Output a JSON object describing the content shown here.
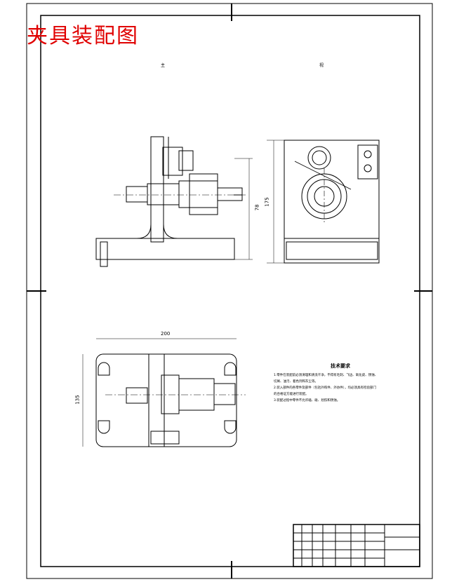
{
  "title": "夹具装配图",
  "views": {
    "left_label": "主",
    "right_label": "视"
  },
  "dimensions": {
    "front_height": "78",
    "side_height": "175",
    "top_width": "200",
    "top_height": "135"
  },
  "technical_notes": {
    "heading": "技术要求",
    "items": [
      "1.零件在装配前必须清理和清洗干净，不得有毛刺、飞边、氧化皮、锈蚀、",
      "切屑、油污、着色剂和灰尘等。",
      "2.装入部件的各零件及部件（包括外购件、外协件），均必须具有检验部门",
      "的合格证方能进行装配。",
      "3.装配过程中零件不允许磕、碰、划伤和锈蚀。"
    ]
  },
  "colors": {
    "title": "#e00000",
    "line": "#000000"
  }
}
